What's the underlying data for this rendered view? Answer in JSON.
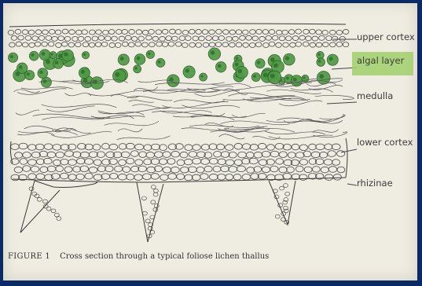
{
  "labels": {
    "upper_cortex": "upper cortex",
    "algal_layer": "algal layer",
    "medulla": "medulla",
    "lower_cortex": "lower cortex",
    "rhizinae": "rhizinae"
  },
  "caption": {
    "figure": "FIGURE 1",
    "text": "Cross section through a typical foliose lichen thallus"
  },
  "colors": {
    "frame": "#0a2a66",
    "paper": "#efece2",
    "ink": "#3c3c3c",
    "algae": "#4f9a45",
    "highlight": "#9fd06a"
  }
}
